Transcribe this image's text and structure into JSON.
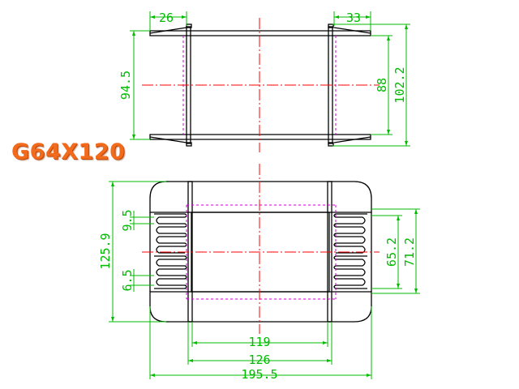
{
  "title": "G64X120",
  "colors": {
    "outline": "#000000",
    "dimension": "#00bb00",
    "centerline": "#ff0000",
    "hidden": "#cc00cc",
    "title": "#f26a1b"
  },
  "top_view": {
    "dims": {
      "left_flange": "26",
      "right_flange": "33",
      "outer_height": "94.5",
      "inner_height": "88",
      "overall_height": "102.2"
    }
  },
  "front_view": {
    "dims": {
      "overall_height": "125.9",
      "slot_upper": "9.5",
      "slot_lower": "6.5",
      "inner_span": "65.2",
      "outer_span": "71.2",
      "inner_width": "119",
      "middle_width": "126",
      "overall_width": "195.5"
    }
  }
}
